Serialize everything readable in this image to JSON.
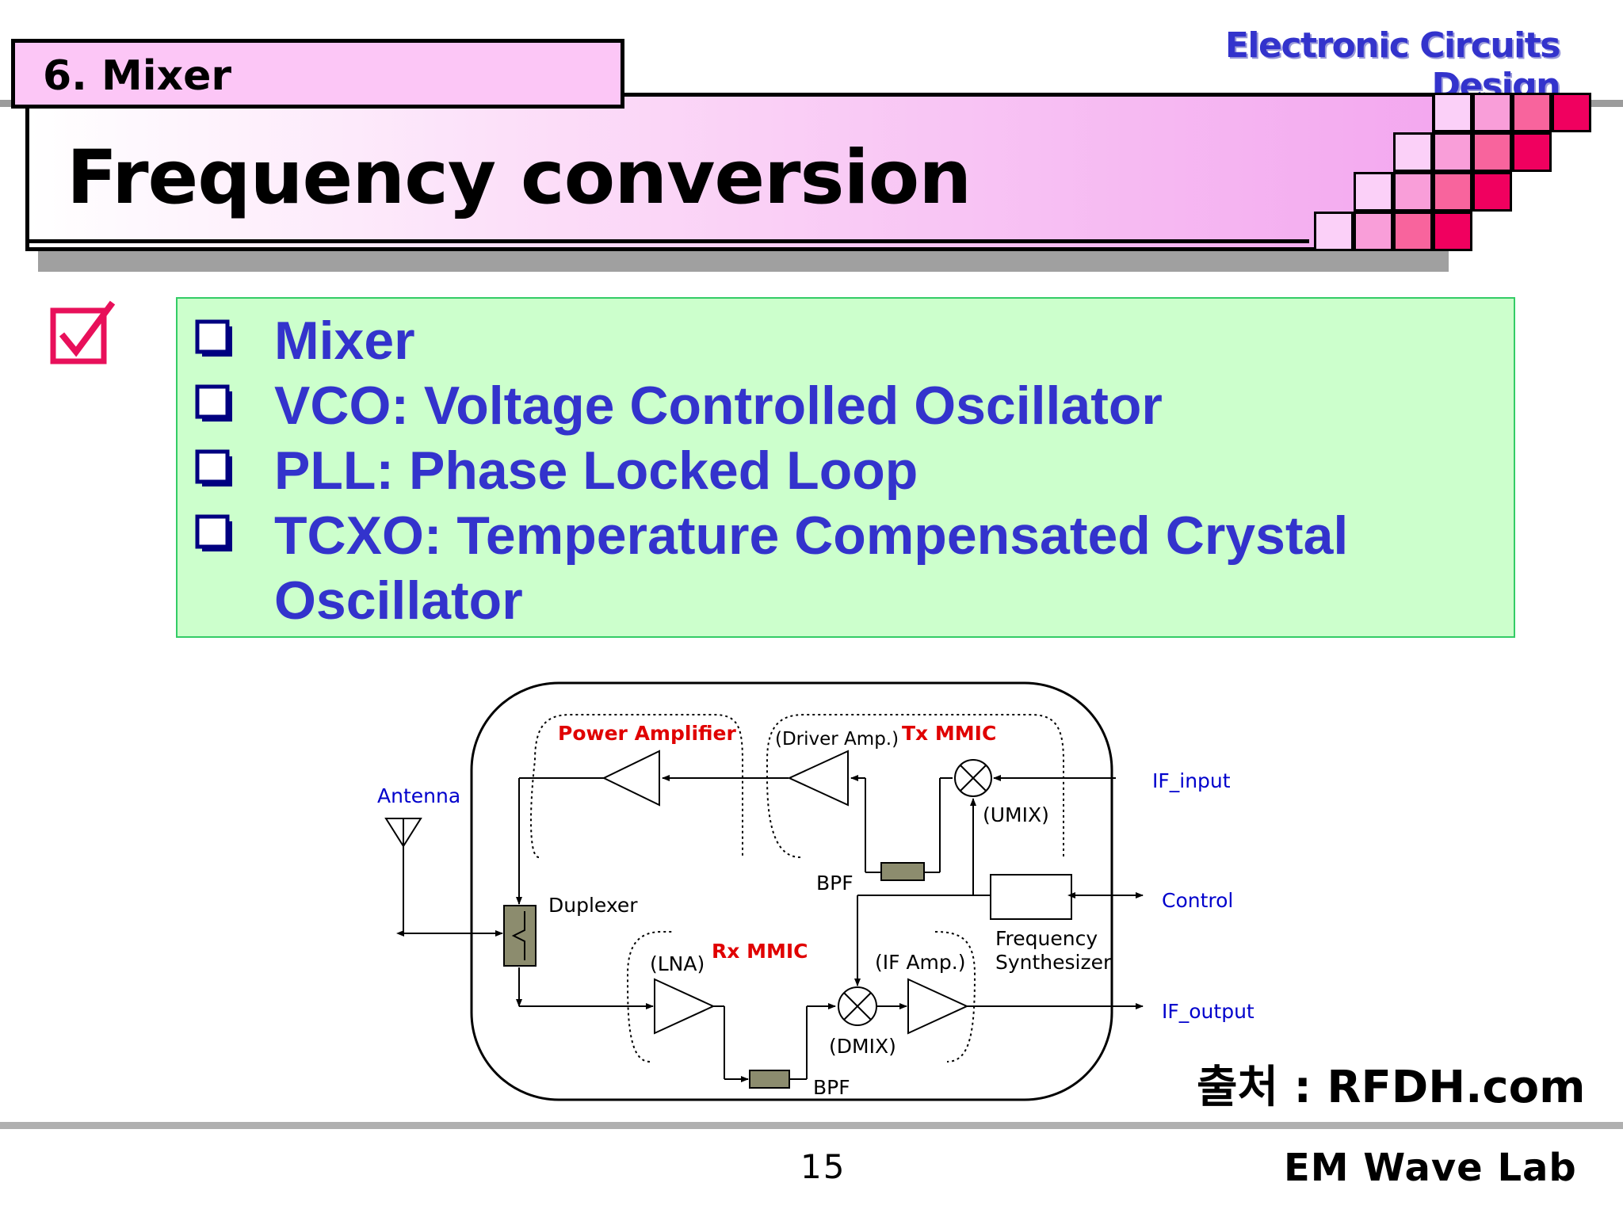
{
  "header": {
    "course": "Electronic Circuits Design",
    "section": "6. Mixer",
    "title": "Frequency conversion"
  },
  "content": {
    "bullets": [
      {
        "lines": [
          "Mixer"
        ]
      },
      {
        "lines": [
          "VCO: Voltage Controlled Oscillator"
        ]
      },
      {
        "lines": [
          "PLL: Phase Locked Loop"
        ]
      },
      {
        "lines": [
          "TCXO: Temperature Compensated Crystal",
          "Oscillator"
        ]
      }
    ]
  },
  "diagram": {
    "antenna": "Antenna",
    "power_amplifier": "Power Amplifier",
    "driver_amp": "(Driver Amp.)",
    "tx_mmic": "Tx MMIC",
    "if_input": "IF_input",
    "umix": "(UMIX)",
    "bpf_top": "BPF",
    "control": "Control",
    "duplexer": "Duplexer",
    "lna": "(LNA)",
    "rx_mmic": "Rx MMIC",
    "if_amp": "(IF Amp.)",
    "synth_line1": "Frequency",
    "synth_line2": "Synthesizer",
    "if_output": "IF_output",
    "dmix": "(DMIX)",
    "bpf_bottom": "BPF"
  },
  "source": "출처 : RFDH.com",
  "footer": {
    "page_number": "15",
    "lab": "EM Wave Lab"
  },
  "colors": {
    "bullet_text": "#3333cc",
    "course_title": "#3333cc",
    "content_box": "#ccffcc",
    "tile_palette": [
      "#fbd0f8",
      "#f99ed9",
      "#f8649d",
      "#f0005f"
    ],
    "check_icon": "#e8105a"
  },
  "icons": {
    "check": "checkbox-checked-icon",
    "bullet": "hollow-square-bullet-icon"
  }
}
